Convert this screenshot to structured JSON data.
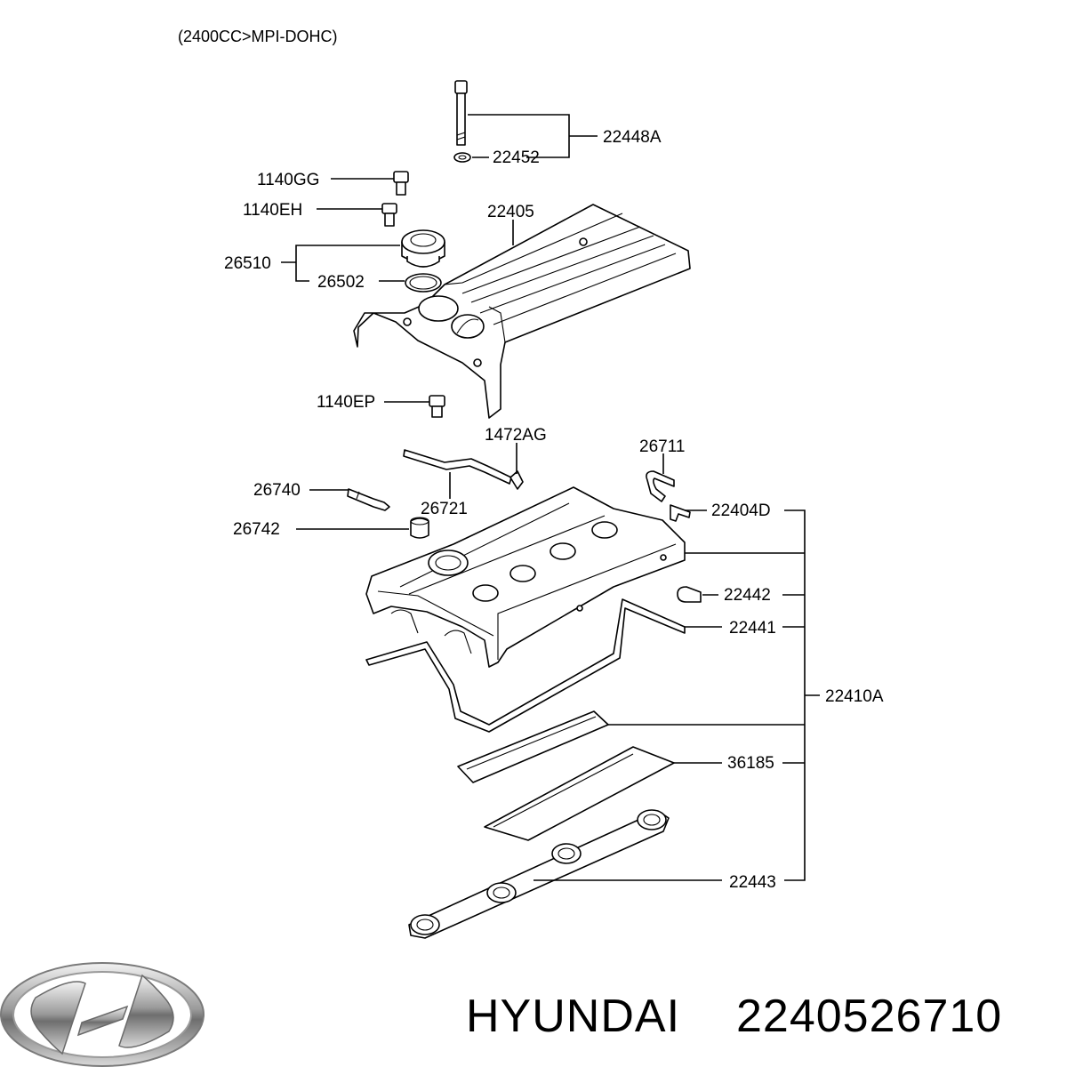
{
  "diagram": {
    "engine_caption": "(2400CC>MPI-DOHC)",
    "part_labels": {
      "p22448A": "22448A",
      "p22452": "22452",
      "p1140GG": "1140GG",
      "p1140EH": "1140EH",
      "p22405": "22405",
      "p26510": "26510",
      "p26502": "26502",
      "p1140EP": "1140EP",
      "p1472AG": "1472AG",
      "p26711": "26711",
      "p26740": "26740",
      "p26721": "26721",
      "p22404D": "22404D",
      "p26742": "26742",
      "p22442": "22442",
      "p22441": "22441",
      "p22410A": "22410A",
      "p36185": "36185",
      "p22443": "22443"
    }
  },
  "footer": {
    "brand_name": "HYUNDAI",
    "part_number": "2240526710",
    "logo_icon": "hyundai-logo-icon"
  }
}
